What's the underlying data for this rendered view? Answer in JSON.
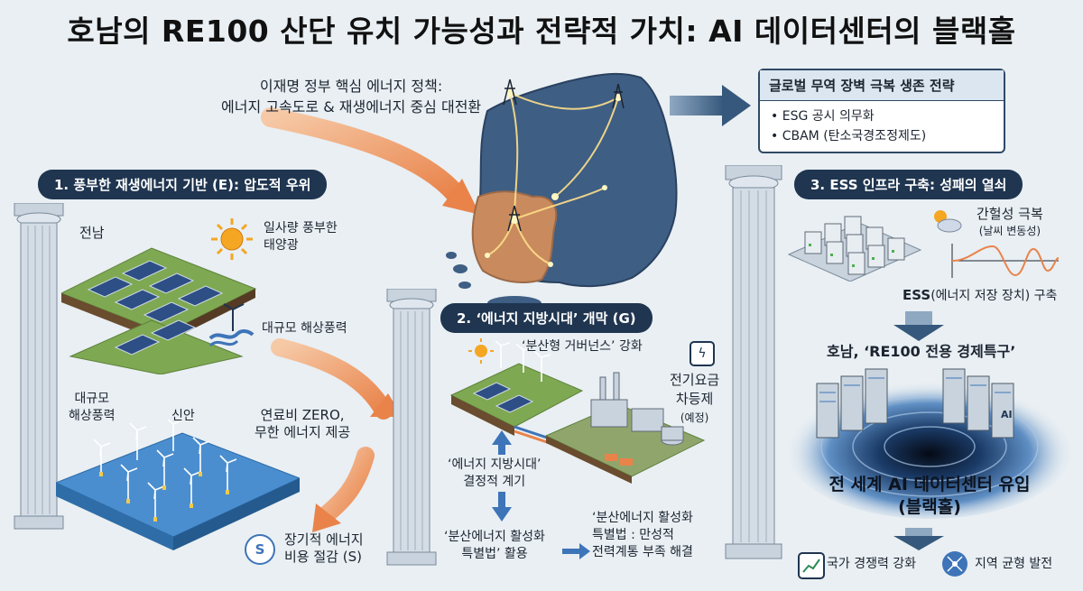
{
  "title": "호남의 RE100 산단 유치 가능성과 전략적 가치: AI 데이터센터의 블랙홀",
  "policy": {
    "line1": "이재명 정부 핵심 에너지 정책:",
    "line2": "에너지 고속도로 & 재생에너지 중심 대전환"
  },
  "global_box": {
    "header": "글로벌 무역 장벽 극복 생존 전략",
    "items": [
      "ESG 공시 의무화",
      "CBAM (탄소국경조정제도)"
    ]
  },
  "pillar1": {
    "header": "1. 풍부한 재생에너지 기반 (E): 압도적 우위",
    "jeonnam": "전남",
    "sun_line1": "일사량 풍부한",
    "sun_line2": "태양광",
    "offshore_wind": "대규모 해상풍력",
    "wind_line1": "대규모",
    "wind_line2": "해상풍력",
    "sinan": "신안",
    "fuel_line1": "연료비 ZERO,",
    "fuel_line2": "무한 에너지 제공",
    "cost_line1": "장기적 에너지",
    "cost_line2": "비용 절감 (S)",
    "cost_icon_text": "S"
  },
  "pillar2": {
    "header": "2. ‘에너지 지방시대’ 개막 (G)",
    "governance": "‘분산형 거버넌스’ 강화",
    "tariff_line1": "전기요금",
    "tariff_line2": "차등제",
    "tariff_note": "(예정)",
    "turning_line1": "‘에너지 지방시대’",
    "turning_line2": "결정적 계기",
    "act_line1": "‘분산에너지 활성화",
    "act_line2": "특별법’ 활용",
    "result_line1": "‘분산에너지 활성화",
    "result_line2": "특별법 : 만성적",
    "result_line3": "전력계통 부족 해결"
  },
  "pillar3": {
    "header": "3. ESS 인프라 구축: 성패의 열쇠",
    "intermittency": "간헐성 극복",
    "weather": "(날씨 변동성)",
    "ess_main": "ESS",
    "ess_sub": "(에너지 저장 장치) 구축",
    "zone": "호남, ‘RE100 전용 경제특구’",
    "rack_label": "AI",
    "blackhole_line1": "전 세계 AI 데이터센터 유입",
    "blackhole_line2": "(블랙홀)",
    "benefit1": "국가 경쟁력 강화",
    "benefit2": "지역 균형 발전"
  },
  "colors": {
    "pill_bg": "#1f3550",
    "arrow_orange": "#e9834a",
    "arrow_blue": "#36587c",
    "korea_blue": "#3e5e84",
    "honam_orange": "#c98a5e"
  }
}
